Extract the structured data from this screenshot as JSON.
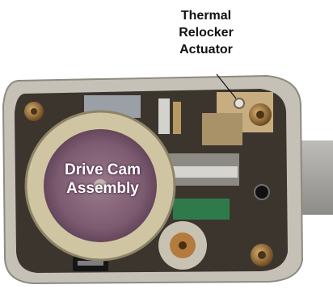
{
  "labels": {
    "thermal": [
      "Thermal",
      "Relocker",
      "Actuator"
    ],
    "drive_cam": [
      "Drive Cam",
      "Assembly"
    ]
  },
  "colors": {
    "housing": "#c9c4bb",
    "interior": "#3a342c",
    "cam_ring": "#cfc4a2",
    "cam_face": "#7c5a70",
    "brass": "#b08a4a",
    "bolt": "#a9a9a6",
    "label_text": "#111111",
    "inner_label_text": "#ffffff"
  }
}
